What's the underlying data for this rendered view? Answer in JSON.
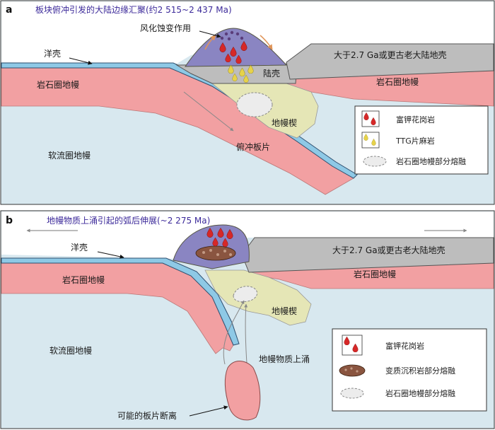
{
  "colors": {
    "asthenosphere": "#d8e8ef",
    "lithosphere": "#f2a0a2",
    "oceanic_crust": "#8ec9e6",
    "continental_crust": "#bdbdbd",
    "mantle_wedge": "#e5e6b6",
    "granite_dome": "#8a85c2",
    "melt": "#ececec",
    "sediment_melt": "#8a5540",
    "granite_drop": "#d62828",
    "ttg_drop": "#e6d24a",
    "title": "#3c2a9a"
  },
  "panels": [
    {
      "id": "a",
      "letter": "a",
      "title": "板块俯冲引发的大陆边缘汇聚(约2 515~2 437 Ma)",
      "labels": {
        "weathering": "风化蚀变作用",
        "ocean_crust": "洋壳",
        "lith_left": "岩石圈地幔",
        "lith_right": "岩石圈地幔",
        "continental_crust": "陆壳",
        "old_continent": "大于2.7 Ga或更古老大陆地壳",
        "mantle_wedge": "地幔楔",
        "asthenosphere": "软流圈地幔",
        "slab": "俯冲板片"
      },
      "legend": [
        {
          "icon": "granite-drops-icon",
          "label": "富钾花岗岩"
        },
        {
          "icon": "ttg-drops-icon",
          "label": "TTG片麻岩"
        },
        {
          "icon": "mantle-melt-icon",
          "label": "岩石圈地幔部分熔融"
        }
      ]
    },
    {
      "id": "b",
      "letter": "b",
      "title": "地幔物质上涌引起的弧后伸展(~2 275 Ma)",
      "labels": {
        "ocean_crust": "洋壳",
        "lith_left": "岩石圈地幔",
        "lith_right": "岩石圈地幔",
        "old_continent": "大于2.7 Ga或更古老大陆地壳",
        "mantle_wedge": "地幔楔",
        "asthenosphere": "软流圈地幔",
        "upwelling": "地幔物质上涌",
        "breakoff": "可能的板片断离"
      },
      "legend": [
        {
          "icon": "granite-drops-icon",
          "label": "富钾花岗岩"
        },
        {
          "icon": "sediment-melt-icon",
          "label": "变质沉积岩部分熔融"
        },
        {
          "icon": "mantle-melt-icon",
          "label": "岩石圈地幔部分熔融"
        }
      ]
    }
  ]
}
